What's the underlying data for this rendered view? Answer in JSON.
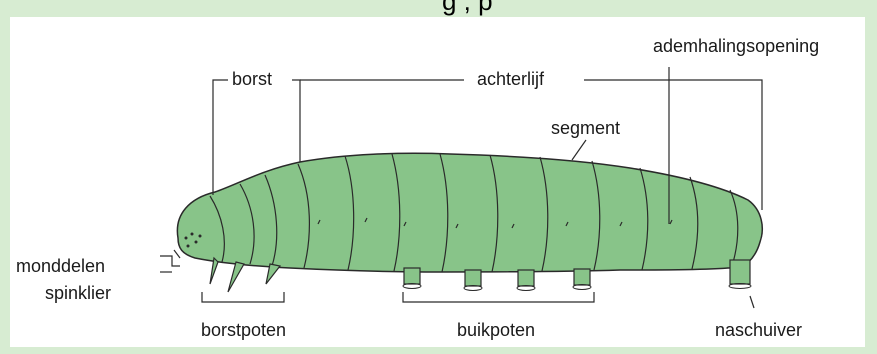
{
  "header": {
    "cropped_text": "g       ,                   p"
  },
  "labels": {
    "borst": "borst",
    "achterlijf": "achterlijf",
    "ademhalingsopening": "ademhalingsopening",
    "segment": "segment",
    "monddelen": "monddelen",
    "spinklier": "spinklier",
    "borstpoten": "borstpoten",
    "buikpoten": "buikpoten",
    "naschuiver": "naschuiver"
  },
  "colors": {
    "background": "#d7ecd2",
    "panel": "#ffffff",
    "body_fill": "#88c489",
    "outline": "#2a2a2a"
  }
}
